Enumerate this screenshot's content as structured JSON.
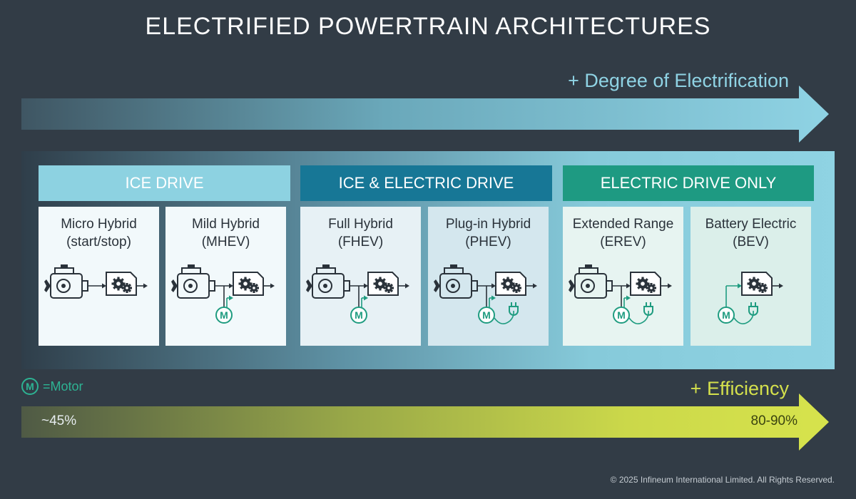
{
  "title": "ELECTRIFIED POWERTRAIN ARCHITECTURES",
  "electrification_label": "+ Degree of Electrification",
  "categories": [
    {
      "label": "ICE DRIVE",
      "color": "#8dd2e1"
    },
    {
      "label": "ICE & ELECTRIC DRIVE",
      "color": "#177796"
    },
    {
      "label": "ELECTRIC DRIVE ONLY",
      "color": "#1e9a82"
    }
  ],
  "cards": [
    {
      "line1": "Micro Hybrid",
      "line2": "(start/stop)",
      "bg": "#f2f9fb",
      "engine": true,
      "motor": false,
      "plug": false
    },
    {
      "line1": "Mild Hybrid",
      "line2": "(MHEV)",
      "bg": "#f2f9fb",
      "engine": true,
      "motor": true,
      "plug": false
    },
    {
      "line1": "Full Hybrid",
      "line2": "(FHEV)",
      "bg": "#e7f1f5",
      "engine": true,
      "motor": true,
      "plug": false
    },
    {
      "line1": "Plug-in Hybrid",
      "line2": "(PHEV)",
      "bg": "#d4e7ee",
      "engine": true,
      "motor": true,
      "plug": true
    },
    {
      "line1": "Extended Range",
      "line2": "(EREV)",
      "bg": "#e7f4f1",
      "engine": true,
      "motor": true,
      "plug": true
    },
    {
      "line1": "Battery Electric",
      "line2": "(BEV)",
      "bg": "#dbefea",
      "engine": false,
      "motor": true,
      "plug": true
    }
  ],
  "legend": {
    "symbol": "M",
    "text": "=Motor"
  },
  "efficiency_label": "+ Efficiency",
  "efficiency_low": "~45%",
  "efficiency_high": "80-90%",
  "copyright": "© 2025 Infineum International Limited. All Rights Reserved."
}
